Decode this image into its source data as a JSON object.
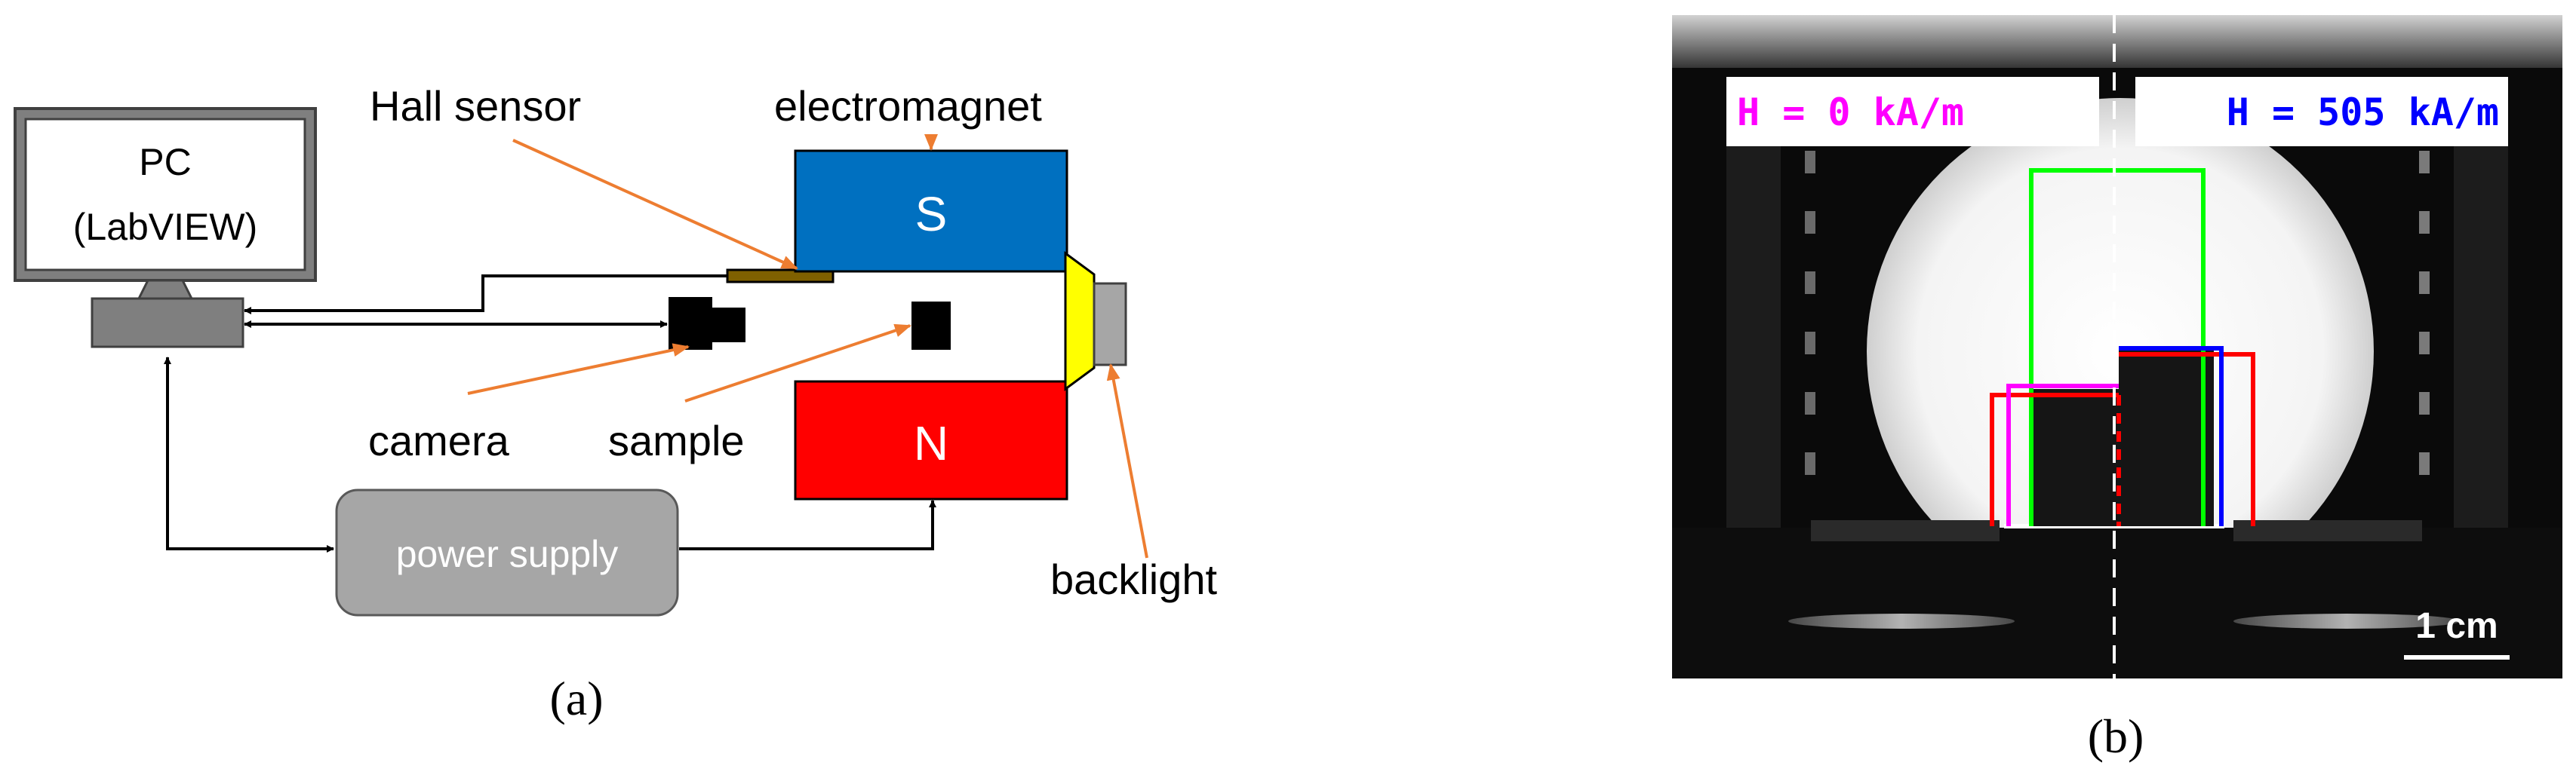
{
  "panel_a": {
    "caption": "(a)",
    "pc": {
      "line1": "PC",
      "line2": "(LabVIEW)"
    },
    "labels": {
      "hall_sensor": "Hall sensor",
      "electromagnet": "electromagnet",
      "camera": "camera",
      "sample": "sample",
      "backlight": "backlight",
      "power_supply": "power supply"
    },
    "poles": {
      "south": "S",
      "north": "N"
    },
    "colors": {
      "south_pole": "#0070c0",
      "north_pole": "#ff0000",
      "backlight": "#ffff00",
      "hall_sensor": "#7f6000",
      "pointer_arrows": "#ed7d31",
      "device_gray": "#a6a6a6"
    }
  },
  "panel_b": {
    "caption": "(b)",
    "left_label": "H = 0 kA/m",
    "right_label": "H = 505 kA/m",
    "scale_bar": "1 cm",
    "colors": {
      "left_label": "#ff00ff",
      "right_label": "#0000ff",
      "outline_tall": "#00ff00",
      "outline_red": "#ff0000",
      "outline_blue": "#0000ff",
      "outline_magenta": "#ff00ff"
    }
  }
}
